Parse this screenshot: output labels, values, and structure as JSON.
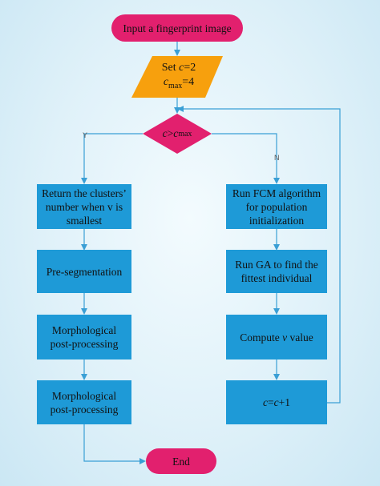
{
  "nodes": {
    "start": "Input a fingerprint image",
    "init_line1_prefix": "Set ",
    "init_line1_var": "c",
    "init_line1_suffix": "=2",
    "init_line2_var": "c",
    "init_line2_sub": "max",
    "init_line2_suffix": "=4",
    "decision_var": "c",
    "decision_op": ">",
    "decision_var2": "c",
    "decision_sub": "max",
    "return_clusters": "Return the clusters’ number when v is smallest",
    "presegmentation": "Pre-segmentation",
    "morph1": "Morphological post-processing",
    "morph2": "Morphological post-processing",
    "end": "End",
    "fcm": "Run FCM algorithm for population initialization",
    "ga": "Run GA to find the fittest individual",
    "compute_prefix": "Compute ",
    "compute_var": "v",
    "compute_suffix": " value",
    "incr_var": "c",
    "incr_eq": "=",
    "incr_var2": "c",
    "incr_suffix": "+1"
  },
  "edge_labels": {
    "yes": "Y",
    "no": "N"
  },
  "colors": {
    "terminal": "#e2206e",
    "parallelogram": "#f7a00d",
    "decision": "#e2206e",
    "process": "#1e9ad7",
    "connector": "#3a9fd5"
  }
}
